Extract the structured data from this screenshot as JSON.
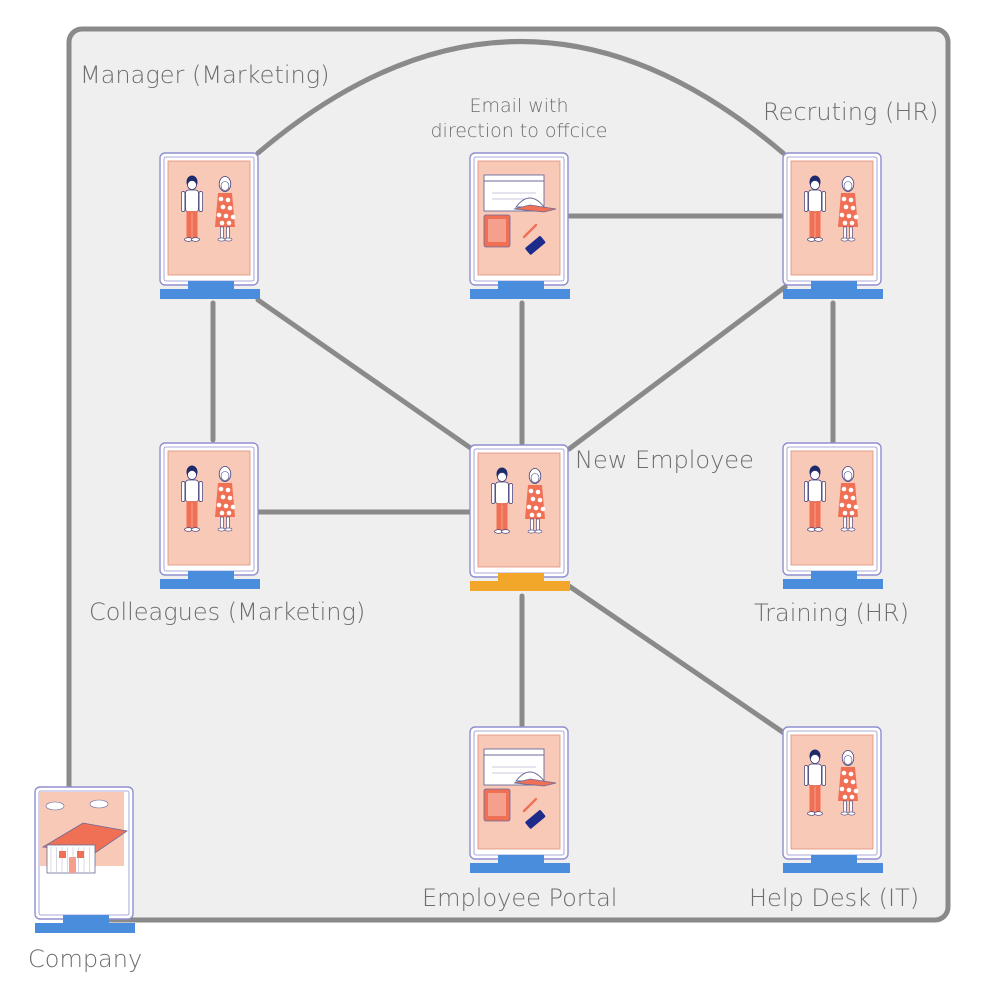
{
  "colors": {
    "background": "#ffffff",
    "container_fill": "#efefef",
    "container_stroke": "#8a8a8a",
    "connector": "#8a8a8a",
    "card_frame": "#ffffff",
    "card_frame_stroke": "#8f8fd0",
    "card_art": "#f9c9b8",
    "card_art_stroke": "#e08f78",
    "base_default": "#4a8ddc",
    "base_highlight": "#f2a72a",
    "label_text": "#6d6d6d"
  },
  "nodes": [
    {
      "id": "manager",
      "label": "Manager (Marketing)",
      "icon": "people-icon",
      "base": "default"
    },
    {
      "id": "email",
      "label_lines": [
        "Email with",
        "direction to offcice"
      ],
      "icon": "devices-icon",
      "base": "default"
    },
    {
      "id": "recruiting",
      "label": "Recruting (HR)",
      "icon": "people-icon",
      "base": "default"
    },
    {
      "id": "colleagues",
      "label": "Colleagues (Marketing)",
      "icon": "people-icon",
      "base": "default"
    },
    {
      "id": "new_employee",
      "label": "New Employee",
      "icon": "people-icon",
      "base": "highlight"
    },
    {
      "id": "training",
      "label": "Training (HR)",
      "icon": "people-icon",
      "base": "default"
    },
    {
      "id": "portal",
      "label": "Employee Portal",
      "icon": "devices-icon",
      "base": "default"
    },
    {
      "id": "helpdesk",
      "label": "Help Desk (IT)",
      "icon": "people-icon",
      "base": "default"
    },
    {
      "id": "company",
      "label": "Company",
      "icon": "house-icon",
      "base": "default"
    }
  ],
  "edges": [
    [
      "manager",
      "recruiting"
    ],
    [
      "manager",
      "new_employee"
    ],
    [
      "manager",
      "colleagues"
    ],
    [
      "email",
      "recruiting"
    ],
    [
      "email",
      "new_employee"
    ],
    [
      "recruiting",
      "new_employee"
    ],
    [
      "recruiting",
      "training"
    ],
    [
      "colleagues",
      "new_employee"
    ],
    [
      "new_employee",
      "portal"
    ],
    [
      "new_employee",
      "helpdesk"
    ]
  ]
}
